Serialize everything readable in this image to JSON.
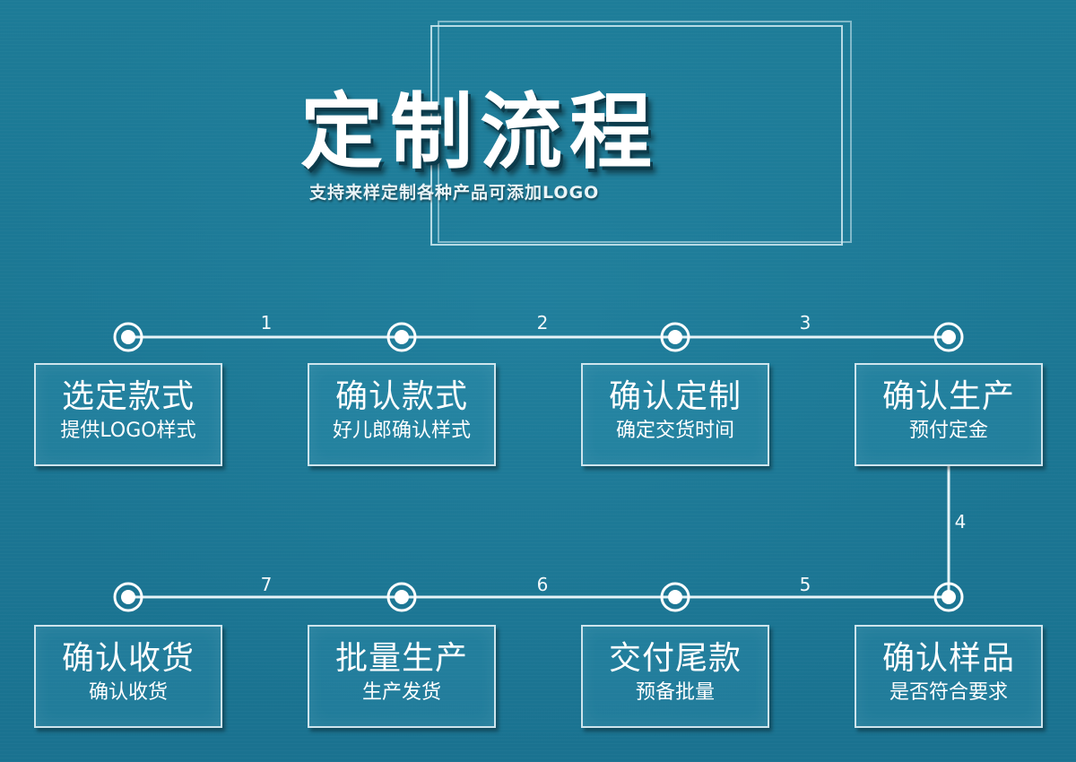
{
  "header": {
    "title": "定制流程",
    "subtitle": "支持来样定制各种产品可添加LOGO"
  },
  "steps": [
    {
      "title": "选定款式",
      "subtitle": "提供LOGO样式"
    },
    {
      "title": "确认款式",
      "subtitle": "好儿郎确认样式"
    },
    {
      "title": "确认定制",
      "subtitle": "确定交货时间"
    },
    {
      "title": "确认生产",
      "subtitle": "预付定金"
    },
    {
      "title": "确认样品",
      "subtitle": "是否符合要求"
    },
    {
      "title": "交付尾款",
      "subtitle": "预备批量"
    },
    {
      "title": "批量生产",
      "subtitle": "生产发货"
    },
    {
      "title": "确认收货",
      "subtitle": "确认收货"
    }
  ],
  "connectors": [
    "1",
    "2",
    "3",
    "4",
    "5",
    "6",
    "7"
  ],
  "colors": {
    "background": "#1c7793",
    "line": "#e6f3f7",
    "node_fill": "#ffffff",
    "box_border": "#e1f0f5"
  }
}
